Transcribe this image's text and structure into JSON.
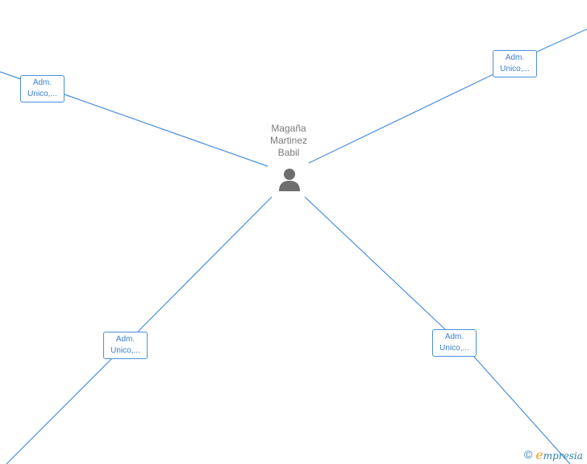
{
  "center_person": {
    "name_lines": [
      "Magaña",
      "Martinez",
      "Babil"
    ],
    "icon": "person-icon"
  },
  "roles": [
    {
      "line1": "Adm.",
      "line2": "Unico,..."
    },
    {
      "line1": "Adm.",
      "line2": "Unico,..."
    },
    {
      "line1": "Adm.",
      "line2": "Unico,..."
    },
    {
      "line1": "Adm.",
      "line2": "Unico,..."
    }
  ],
  "logo": {
    "copyright_symbol": "©",
    "brand_initial": "e",
    "brand_rest": "mpresia"
  },
  "colors": {
    "edge": "#4a8fdc",
    "label": "#3a7fd0",
    "person": "#7a7a7a",
    "logo": "#2a7fa8",
    "logo_accent": "#f0a020"
  }
}
